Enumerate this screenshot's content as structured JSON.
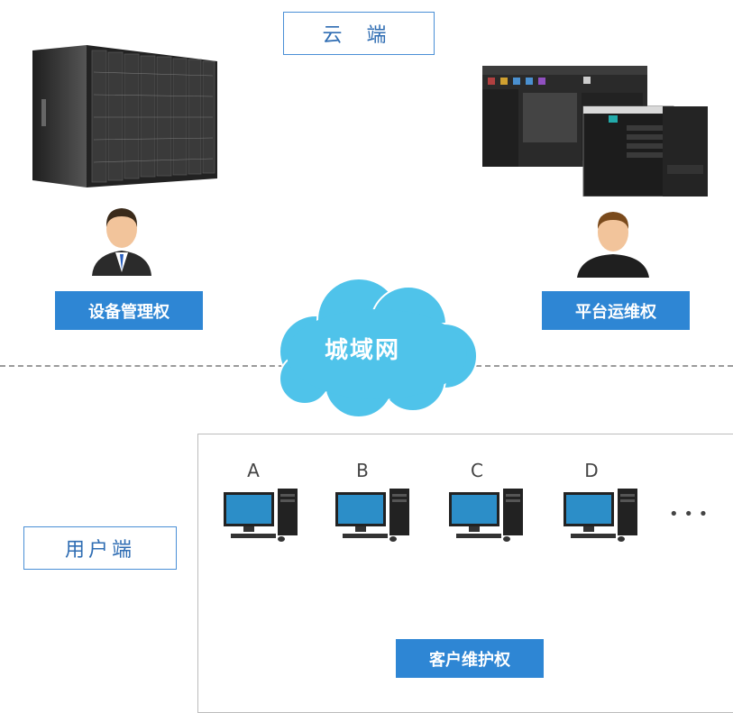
{
  "cloud_section": {
    "title": "云  端"
  },
  "network": {
    "label": "城域网",
    "color": "#4fc3ea"
  },
  "user_section": {
    "title": "用户端"
  },
  "roles": {
    "device_mgmt": "设备管理权",
    "platform_ops": "平台运维权",
    "customer_maint": "客户维护权"
  },
  "clients": [
    {
      "label": "A"
    },
    {
      "label": "B"
    },
    {
      "label": "C"
    },
    {
      "label": "D"
    }
  ],
  "more_indicator": "• • •",
  "colors": {
    "accent": "#2e86d4",
    "outline": "#4a8fd6"
  }
}
